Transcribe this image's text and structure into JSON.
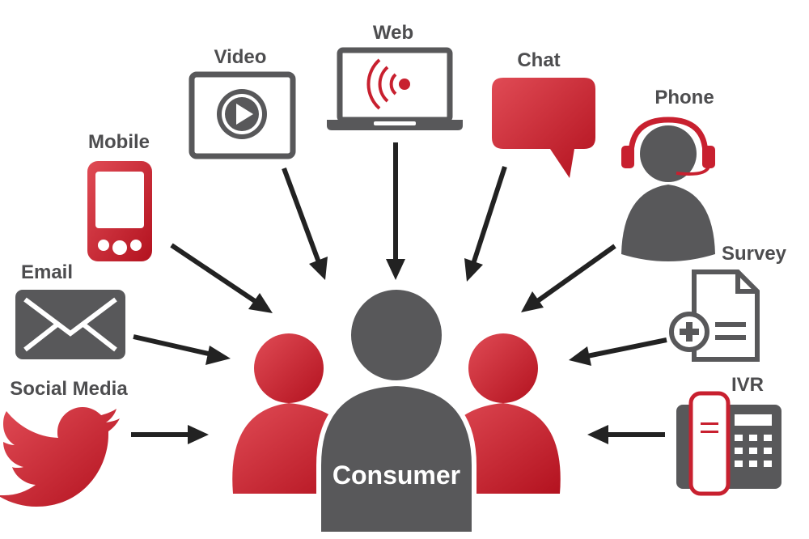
{
  "colors": {
    "red": "#c8202f",
    "gray": "#58585a",
    "arrow": "#222222"
  },
  "center": {
    "label": "Consumer"
  },
  "channels": [
    {
      "label": "Social Media",
      "icon": "twitter-bird-icon"
    },
    {
      "label": "Email",
      "icon": "envelope-icon"
    },
    {
      "label": "Mobile",
      "icon": "mobile-phone-icon"
    },
    {
      "label": "Video",
      "icon": "video-play-icon"
    },
    {
      "label": "Web",
      "icon": "laptop-wifi-icon"
    },
    {
      "label": "Chat",
      "icon": "chat-bubble-icon"
    },
    {
      "label": "Phone",
      "icon": "headset-agent-icon"
    },
    {
      "label": "Survey",
      "icon": "survey-form-icon"
    },
    {
      "label": "IVR",
      "icon": "desk-phone-icon"
    }
  ]
}
